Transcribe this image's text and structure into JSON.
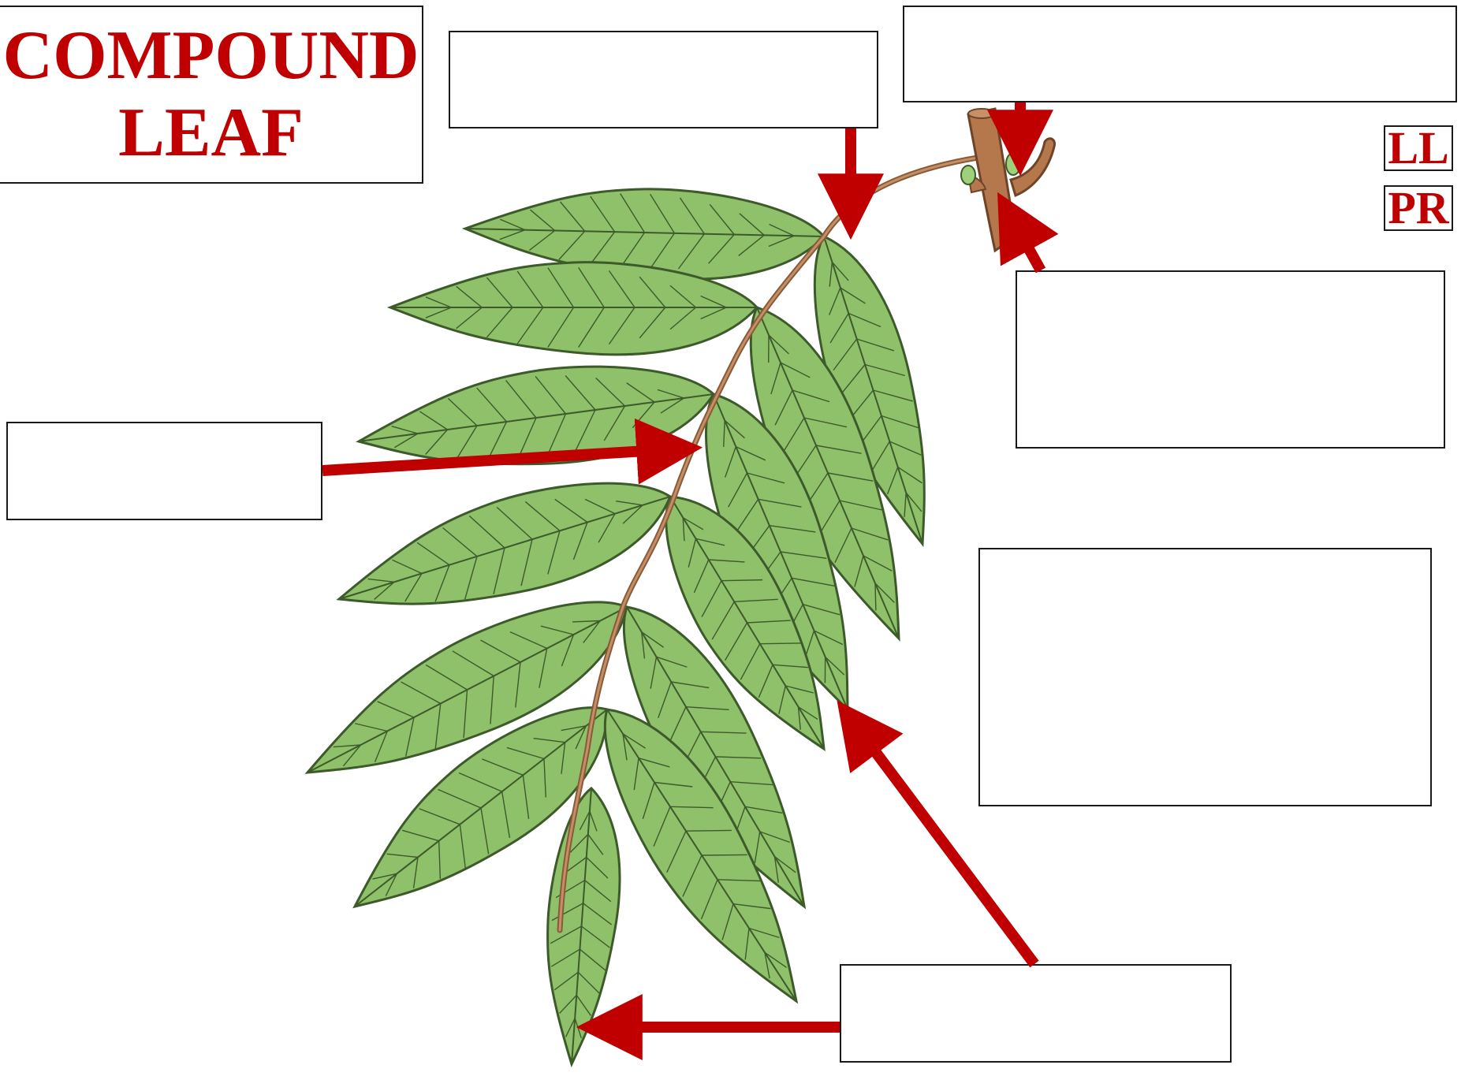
{
  "title": {
    "line1": "COMPOUND",
    "line2": "LEAF"
  },
  "tags": [
    {
      "label": "LL"
    },
    {
      "label": "PR"
    }
  ],
  "colors": {
    "title": "#c00000",
    "arrow": "#c00000",
    "leaf_fill": "#8fc06a",
    "leaf_edge": "#3d5a2a",
    "stem": "#9a6a45",
    "twig": "#b07a50",
    "bud": "#9fd17a"
  },
  "label_boxes": [
    {
      "id": "rachis-top",
      "text": ""
    },
    {
      "id": "bud-top",
      "text": ""
    },
    {
      "id": "twig-right",
      "text": ""
    },
    {
      "id": "rachis-left",
      "text": ""
    },
    {
      "id": "leaflet-right",
      "text": ""
    },
    {
      "id": "terminal-leaflet",
      "text": ""
    }
  ]
}
